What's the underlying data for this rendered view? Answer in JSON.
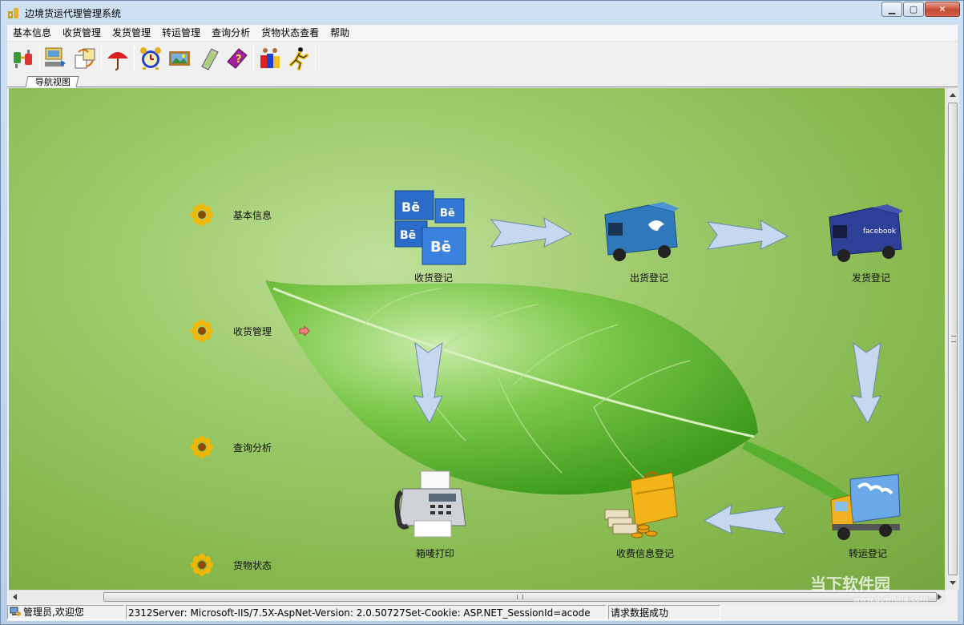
{
  "window": {
    "title": "边境货运代理管理系统"
  },
  "menu": [
    {
      "label": "基本信息"
    },
    {
      "label": "收货管理"
    },
    {
      "label": "发货管理"
    },
    {
      "label": "转运管理"
    },
    {
      "label": "查询分析"
    },
    {
      "label": "货物状态查看"
    },
    {
      "label": "帮助"
    }
  ],
  "toolbar_icons": [
    "connect-icon",
    "computer-transfer-icon",
    "exchange-icon",
    "umbrella-icon",
    "alarm-clock-icon",
    "picture-icon",
    "tablet-icon",
    "help-book-icon",
    "gift-icon",
    "runner-icon"
  ],
  "tab": {
    "label": "导航视图"
  },
  "sidebar": [
    {
      "label": "基本信息"
    },
    {
      "label": "收货管理"
    },
    {
      "label": "查询分析"
    },
    {
      "label": "货物状态"
    }
  ],
  "nodes": {
    "receive": "收货登记",
    "outbound": "出货登记",
    "ship": "发货登记",
    "transfer": "转运登记",
    "fee": "收费信息登记",
    "print": "箱唛打印"
  },
  "box_label": "Bē",
  "van_labels": {
    "twitter": "",
    "facebook": "facebook"
  },
  "status": {
    "user": "管理员,欢迎您",
    "server": "2312Server: Microsoft-IIS/7.5X-AspNet-Version: 2.0.50727Set-Cookie: ASP.NET_SessionId=acode",
    "message": "请求数据成功"
  },
  "watermark": {
    "text": "当下软件园",
    "url": "www.downxia.com"
  },
  "colors": {
    "canvas": "#9dca6b",
    "arrow": "#c6d8f0",
    "leaf": "#5cb82e"
  }
}
